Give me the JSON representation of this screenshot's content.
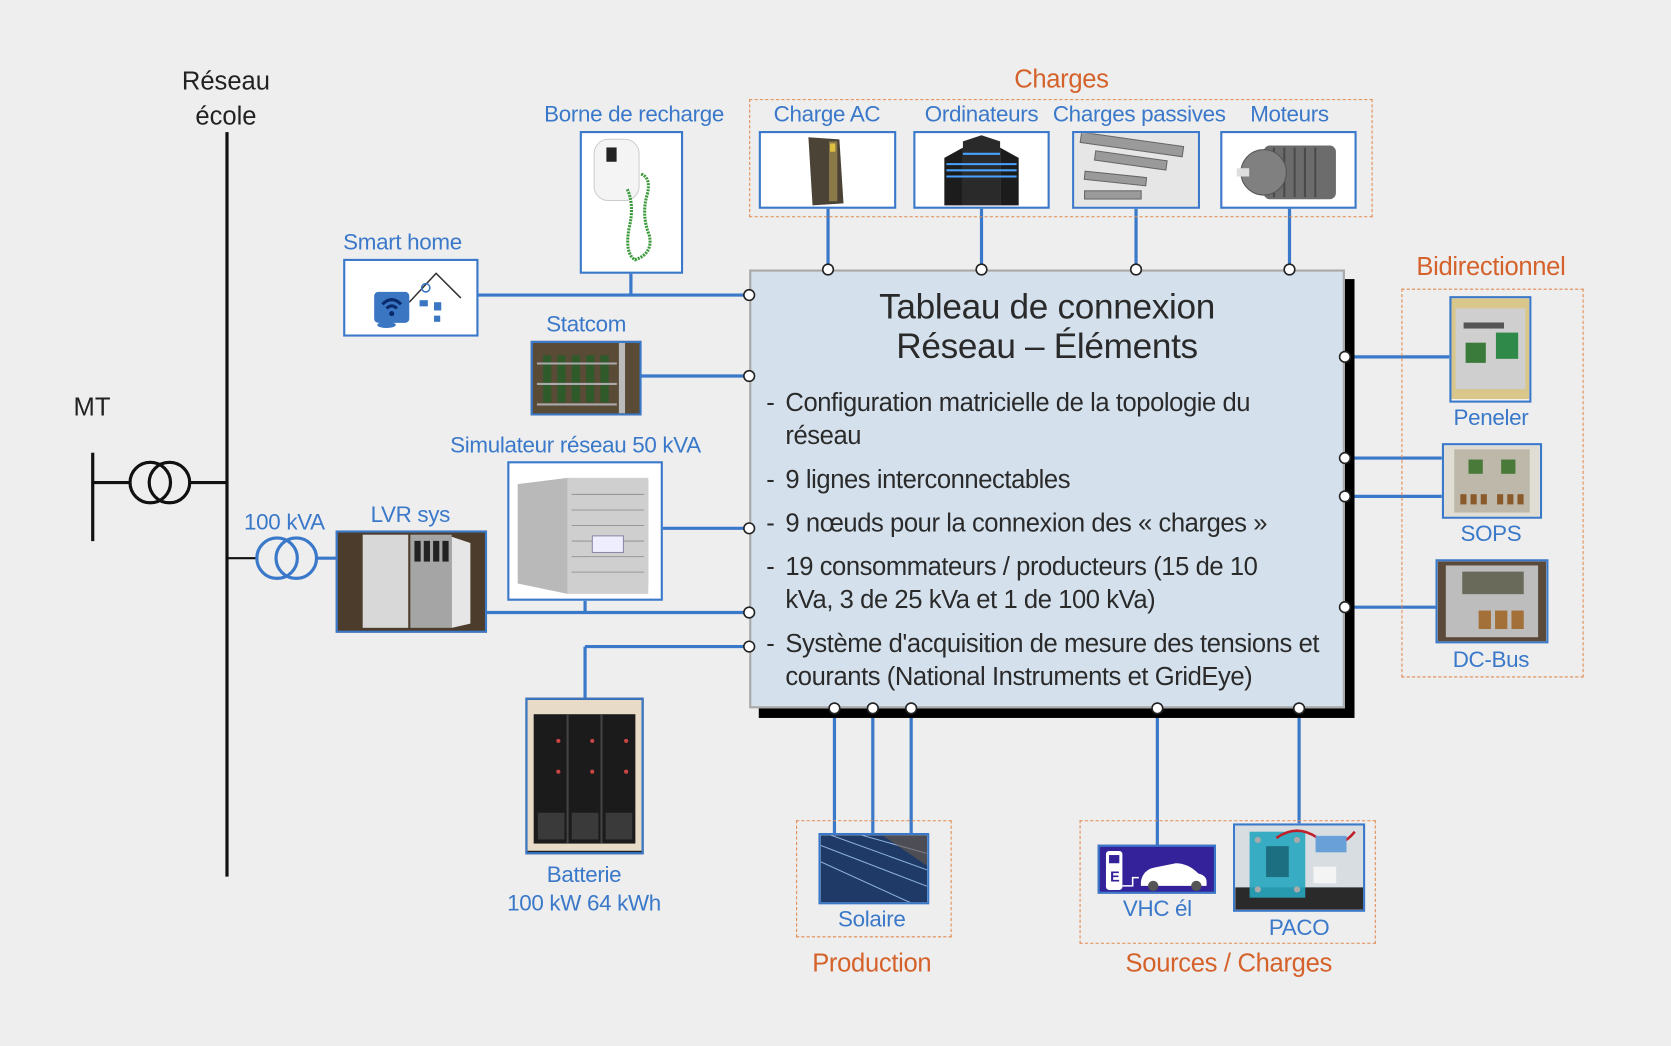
{
  "grid": {
    "network_label_line1": "Réseau",
    "network_label_line2": "école",
    "mt_label": "MT",
    "transformer_label": "100 kVA"
  },
  "left_elements": {
    "smart_home": "Smart home",
    "borne": "Borne de recharge",
    "statcom": "Statcom",
    "simulateur": "Simulateur réseau 50 kVA",
    "lvr": "LVR sys",
    "batterie_line1": "Batterie",
    "batterie_line2": "100 kW 64 kWh"
  },
  "charges": {
    "group_title": "Charges",
    "items": [
      "Charge AC",
      "Ordinateurs",
      "Charges passives",
      "Moteurs"
    ]
  },
  "board": {
    "title_line1": "Tableau de connexion",
    "title_line2": "Réseau – Éléments",
    "bullets": [
      "Configuration matricielle de la topologie du réseau",
      "9 lignes interconnectables",
      "9 nœuds pour la connexion des « charges »",
      "19 consommateurs / producteurs (15 de 10 kVa, 3 de 25 kVa et 1 de 100 kVa)",
      "Système d'acquisition de mesure des tensions et courants (National Instruments et GridEye)"
    ]
  },
  "bidirectionnel": {
    "group_title": "Bidirectionnel",
    "items": [
      "Peneler",
      "SOPS",
      "DC-Bus"
    ]
  },
  "production": {
    "group_title": "Production",
    "items": [
      "Solaire"
    ]
  },
  "sources_charges": {
    "group_title": "Sources / Charges",
    "items": [
      "VHC él",
      "PACO"
    ],
    "ev_sign_letter": "E"
  },
  "colors": {
    "wire_blue": "#3a78c9",
    "group_orange": "#d4622a",
    "board_fill": "#d4e1ed",
    "background": "#eeeeee"
  }
}
